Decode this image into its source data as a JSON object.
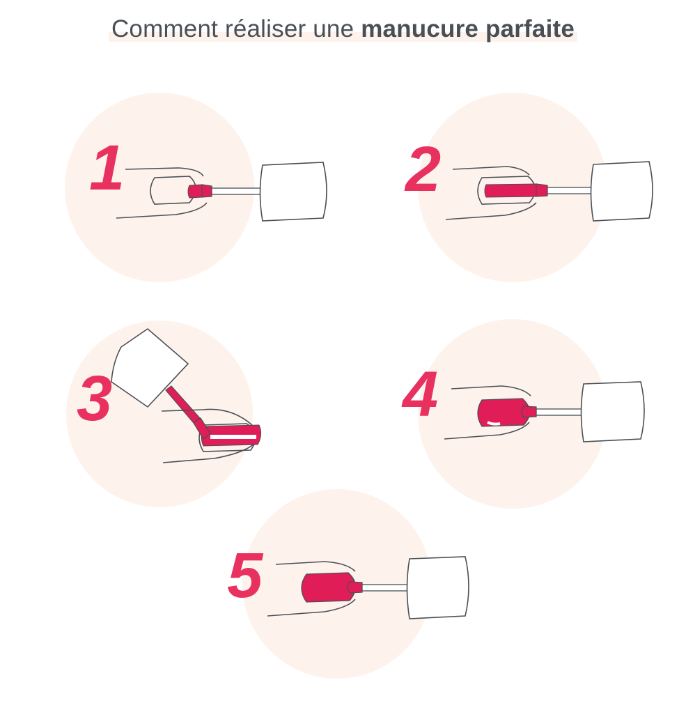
{
  "title": {
    "regular": "Comment réaliser une ",
    "bold": "manucure parfaite"
  },
  "steps": [
    {
      "number": "1"
    },
    {
      "number": "2"
    },
    {
      "number": "3"
    },
    {
      "number": "4"
    },
    {
      "number": "5"
    }
  ],
  "colors": {
    "accent": "#e8315f",
    "polish": "#e11d58",
    "circle": "#fdf3ec",
    "line": "#4a4f55",
    "title": "#4a4f55"
  }
}
